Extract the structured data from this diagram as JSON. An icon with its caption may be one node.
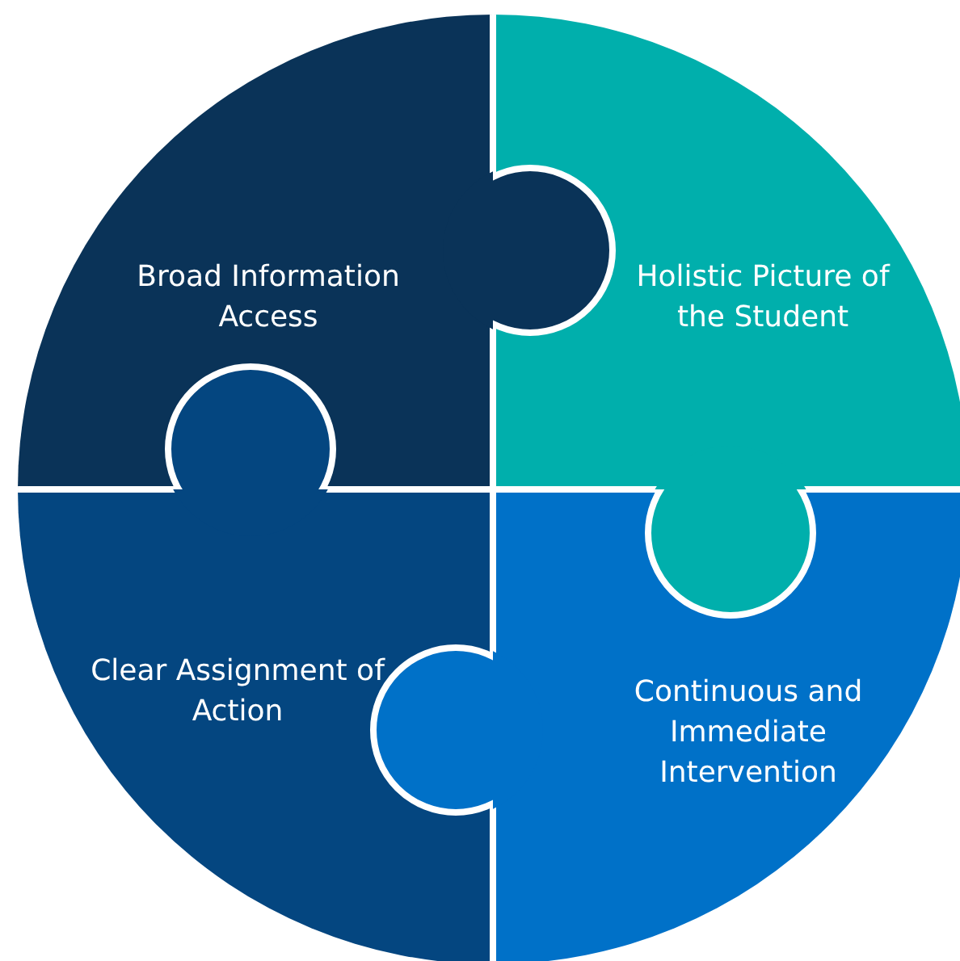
{
  "diagram": {
    "nodes": [
      {
        "text": [
          "Broad Information Access"
        ]
      },
      {
        "text": [
          "Holistic Picture of the Student"
        ]
      },
      {
        "text": [
          "Clear Assignment of Action"
        ]
      },
      {
        "text": [
          "Continuous and Immediate Intervention"
        ]
      }
    ]
  }
}
